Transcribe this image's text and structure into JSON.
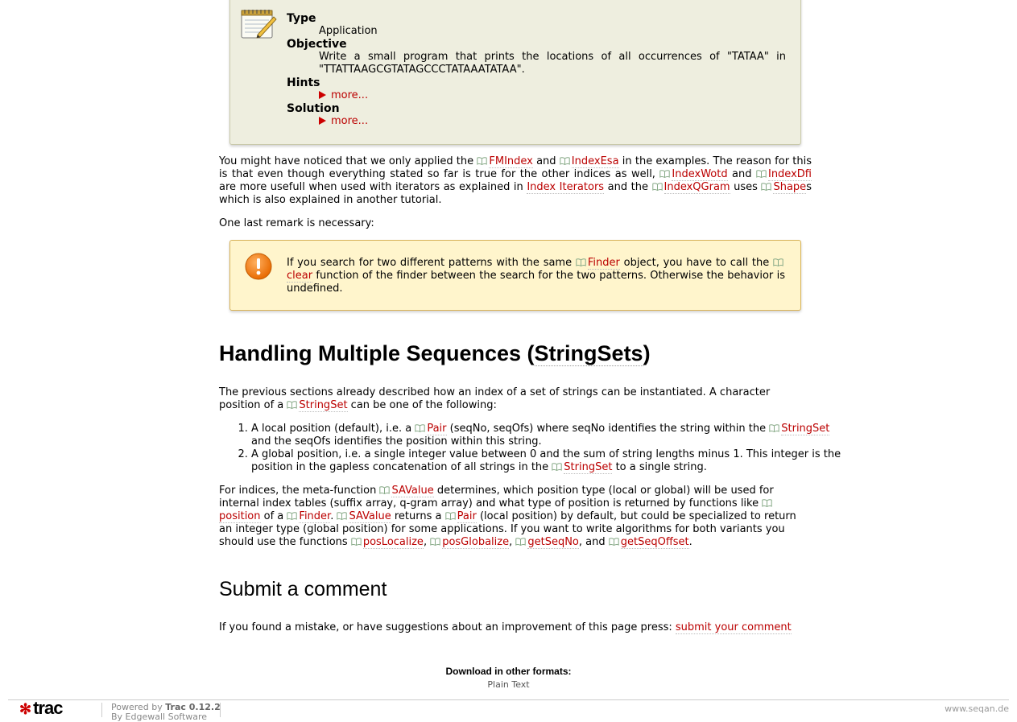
{
  "assignment": {
    "type_label": "Type",
    "type_value": "Application",
    "objective_label": "Objective",
    "objective_value": "Write a small program that prints the locations of all occurrences of \"TATAA\" in \"TTATTAAGCGTATAGCCCTATAAATATAA\".",
    "hints_label": "Hints",
    "hints_more": "more...",
    "solution_label": "Solution",
    "solution_more": "more..."
  },
  "para1": {
    "t1": "You might have noticed that we only applied the ",
    "fmindex": "FMIndex",
    "t2": " and ",
    "indexesa": "IndexEsa",
    "t3": " in the examples. The reason for this is that even though everything stated so far is true for the other indices as well, ",
    "indexwotd": "IndexWotd",
    "t4": " and ",
    "indexdfi": "IndexDfi",
    "t5": " are more usefull when used with iterators as explained in ",
    "index_iterators": "Index Iterators",
    "t6": " and the ",
    "indexqgram": "IndexQGram",
    "t7": " uses ",
    "shapes": "Shape",
    "t8": "s which is also explained in another tutorial."
  },
  "para2": "One last remark is necessary:",
  "warning": {
    "t1": "If you search for two different patterns with the same ",
    "finder": "Finder",
    "t2": " object, you have to call the ",
    "clear": "clear",
    "t3": " function of the finder between the search for the two patterns. Otherwise the behavior is undefined."
  },
  "heading_stringsets": {
    "a": "Handling Multiple Sequences (",
    "b": "StringSets",
    "c": ")"
  },
  "para3": {
    "t1": "The previous sections already described how an index of a set of strings can be instantiated. A character position of a ",
    "stringset": "StringSet",
    "t2": " can be one of the following:"
  },
  "list": {
    "i1_t1": "A local position (default), i.e. a ",
    "i1_pair": "Pair",
    "i1_t2": " (seqNo, seqOfs) where seqNo identifies the string within the ",
    "i1_stringset": "StringSet",
    "i1_t3": " and the seqOfs identifies the position within this string.",
    "i2_t1": "A global position, i.e. a single integer value between 0 and the sum of string lengths minus 1. This integer is the position in the gapless concatenation of all strings in the ",
    "i2_stringset": "StringSet",
    "i2_t2": " to a single string."
  },
  "para4": {
    "t1": "For indices, the meta-function ",
    "savalue": "SAValue",
    "t2": " determines, which position type (local or global) will be used for internal index tables (suffix array, q-gram array) and what type of position is returned by functions like ",
    "position": "position",
    "t3": " of a ",
    "finder": "Finder",
    "t4": ". ",
    "savalue2": "SAValue",
    "t5": " returns a ",
    "pair": "Pair",
    "t6": " (local position) by default, but could be specialized to return an integer type (global position) for some applications. If you want to write algorithms for both variants you should use the functions ",
    "poslocalize": "posLocalize",
    "t7": ", ",
    "posglobalize": "posGlobalize",
    "t8": ", ",
    "getseqno": "getSeqNo",
    "t9": ", and ",
    "getseqoffset": "getSeqOffset",
    "t10": "."
  },
  "heading_comment": "Submit a comment",
  "para5": {
    "t1": "If you found a mistake, or have suggestions about an improvement of this page press: ",
    "link": "submit your comment"
  },
  "downloads": {
    "title": "Download in other formats:",
    "plain_text": "Plain Text"
  },
  "footer": {
    "trac_logo": "trac",
    "powered_prefix": "Powered by ",
    "trac_version": "Trac 0.12.2",
    "by_line": "By Edgewall Software",
    "site_url": "www.seqan.de"
  }
}
